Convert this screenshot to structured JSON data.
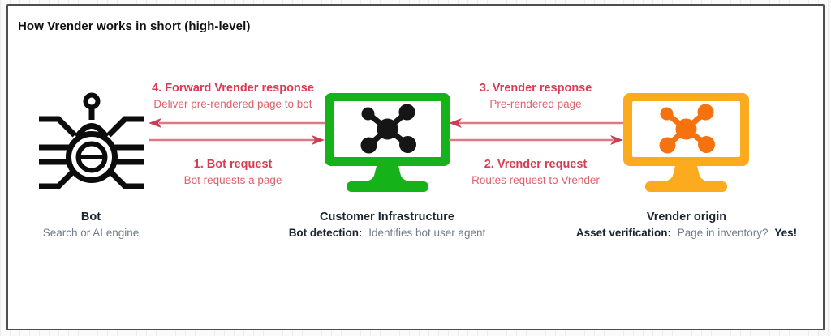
{
  "title": "How Vrender works in short (high-level)",
  "entities": {
    "bot": {
      "label": "Bot",
      "description": "Search or AI engine"
    },
    "customer_infrastructure": {
      "label": "Customer Infrastructure",
      "feature": "Bot detection:",
      "description": "Identifies bot user agent"
    },
    "vrender_origin": {
      "label": "Vrender origin",
      "feature": "Asset verification:",
      "description": "Page in inventory?",
      "result": "Yes!"
    }
  },
  "flows": [
    {
      "step": "4. Forward Vrender response",
      "detail": "Deliver pre-rendered page to bot",
      "direction": "left",
      "from": "customer_infrastructure",
      "to": "bot"
    },
    {
      "step": "1. Bot request",
      "detail": "Bot requests a page",
      "direction": "right",
      "from": "bot",
      "to": "customer_infrastructure"
    },
    {
      "step": "3. Vrender response",
      "detail": "Pre-rendered page",
      "direction": "left",
      "from": "vrender_origin",
      "to": "customer_infrastructure"
    },
    {
      "step": "2. Vrender request",
      "detail": "Routes request to Vrender",
      "direction": "right",
      "from": "customer_infrastructure",
      "to": "vrender_origin"
    }
  ],
  "icons": {
    "bot": "spider-bot-icon",
    "customer_infrastructure": "monitor-network-icon",
    "vrender_origin": "monitor-network-icon"
  },
  "colors": {
    "accent_red": "#d63d52",
    "accent_red_light": "#de626c",
    "arrow_line": "#df7981",
    "arrow_head": "#cb3e54",
    "green": "#15b21a",
    "orange": "#fcab1e",
    "orange_deep": "#f5720e",
    "text_dark": "#1b2430",
    "text_gray": "#717d8a"
  }
}
